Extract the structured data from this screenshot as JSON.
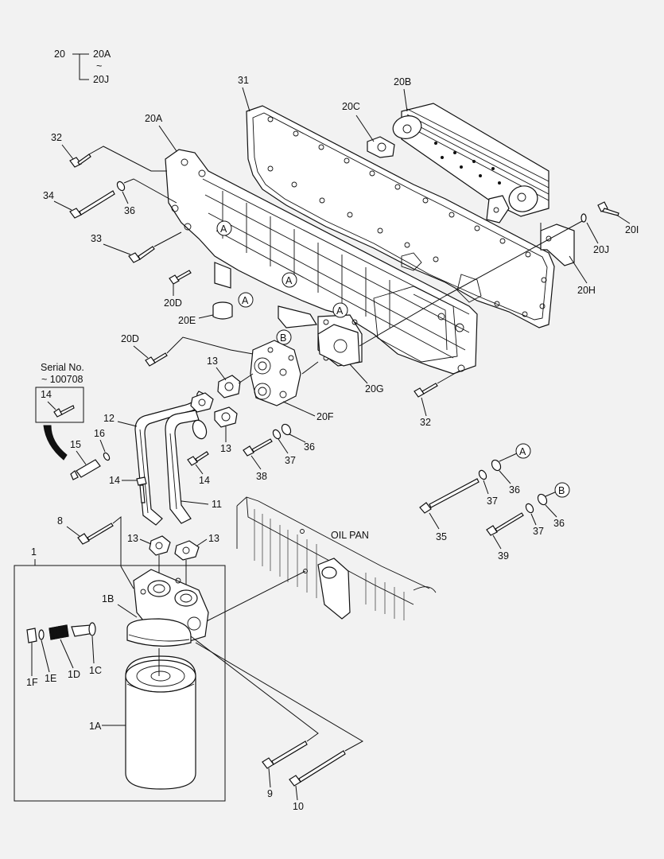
{
  "labels": {
    "l20": "20",
    "l20A_top": "20A",
    "tilde": "~",
    "l20J_top": "20J",
    "l31": "31",
    "l20B": "20B",
    "l20C": "20C",
    "l20A": "20A",
    "l32a": "32",
    "l34": "34",
    "l36a": "36",
    "l33": "33",
    "l20D_a": "20D",
    "l20E": "20E",
    "l20I": "20I",
    "l20J": "20J",
    "l20H": "20H",
    "l20D_b": "20D",
    "l13a": "13",
    "l20G": "20G",
    "l20F": "20F",
    "l32b": "32",
    "l14a": "14",
    "l12": "12",
    "l16": "16",
    "l15": "15",
    "l13b": "13",
    "l14b": "14",
    "l14c": "14",
    "l11": "11",
    "l38": "38",
    "l37a": "37",
    "l36b": "36",
    "l36c": "36",
    "l37b": "37",
    "l35": "35",
    "l36d": "36",
    "l37c": "37",
    "l39": "39",
    "l8": "8",
    "l13c": "13",
    "l13d": "13",
    "l1": "1",
    "l1B": "1B",
    "l1F": "1F",
    "l1E": "1E",
    "l1D": "1D",
    "l1C": "1C",
    "l1A": "1A",
    "l9": "9",
    "l10": "10",
    "callA1": "A",
    "callA2": "A",
    "callA3": "A",
    "callA4": "A",
    "callA5": "A",
    "callB1": "B",
    "callB2": "B"
  },
  "serial": {
    "line1": "Serial No.",
    "line2": "~ 100708"
  },
  "oil_pan": "OIL PAN"
}
